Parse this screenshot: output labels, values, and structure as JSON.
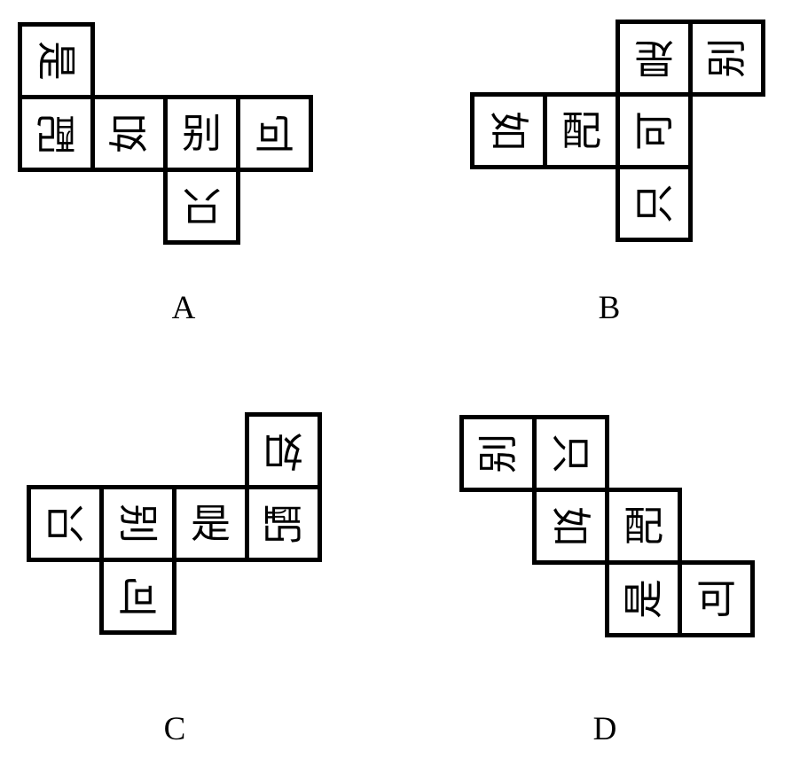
{
  "colors": {
    "line": "#000000",
    "background": "#ffffff"
  },
  "nets": [
    {
      "id": "A",
      "label": "A",
      "cells": [
        {
          "char": "是",
          "col": 0,
          "row": 0,
          "orientation": "cw90"
        },
        {
          "char": "配",
          "col": 0,
          "row": 1,
          "orientation": "r180"
        },
        {
          "char": "如",
          "col": 1,
          "row": 1,
          "orientation": "ccw90"
        },
        {
          "char": "别",
          "col": 2,
          "row": 1,
          "orientation": "none"
        },
        {
          "char": "可",
          "col": 3,
          "row": 1,
          "orientation": "flipv"
        },
        {
          "char": "只",
          "col": 2,
          "row": 2,
          "orientation": "r180"
        }
      ]
    },
    {
      "id": "B",
      "label": "B",
      "cells": [
        {
          "char": "是",
          "col": 2,
          "row": 0,
          "orientation": "r180"
        },
        {
          "char": "别",
          "col": 3,
          "row": 0,
          "orientation": "ccw90"
        },
        {
          "char": "如",
          "col": 0,
          "row": 1,
          "orientation": "cw90"
        },
        {
          "char": "配",
          "col": 1,
          "row": 1,
          "orientation": "none"
        },
        {
          "char": "可",
          "col": 2,
          "row": 1,
          "orientation": "ccw90"
        },
        {
          "char": "只",
          "col": 2,
          "row": 2,
          "orientation": "ccw90"
        }
      ]
    },
    {
      "id": "C",
      "label": "C",
      "cells": [
        {
          "char": "如",
          "col": 3,
          "row": 0,
          "orientation": "r180"
        },
        {
          "char": "只",
          "col": 0,
          "row": 1,
          "orientation": "ccw90"
        },
        {
          "char": "别",
          "col": 1,
          "row": 1,
          "orientation": "cw90"
        },
        {
          "char": "是",
          "col": 2,
          "row": 1,
          "orientation": "none"
        },
        {
          "char": "配",
          "col": 3,
          "row": 1,
          "orientation": "transpose"
        },
        {
          "char": "可",
          "col": 1,
          "row": 2,
          "orientation": "r180"
        }
      ]
    },
    {
      "id": "D",
      "label": "D",
      "cells": [
        {
          "char": "别",
          "col": 0,
          "row": 0,
          "orientation": "ccw90"
        },
        {
          "char": "只",
          "col": 1,
          "row": 0,
          "orientation": "cw90"
        },
        {
          "char": "如",
          "col": 1,
          "row": 1,
          "orientation": "cw90"
        },
        {
          "char": "配",
          "col": 2,
          "row": 1,
          "orientation": "none"
        },
        {
          "char": "是",
          "col": 2,
          "row": 2,
          "orientation": "ccw90"
        },
        {
          "char": "可",
          "col": 3,
          "row": 2,
          "orientation": "none"
        }
      ]
    }
  ]
}
